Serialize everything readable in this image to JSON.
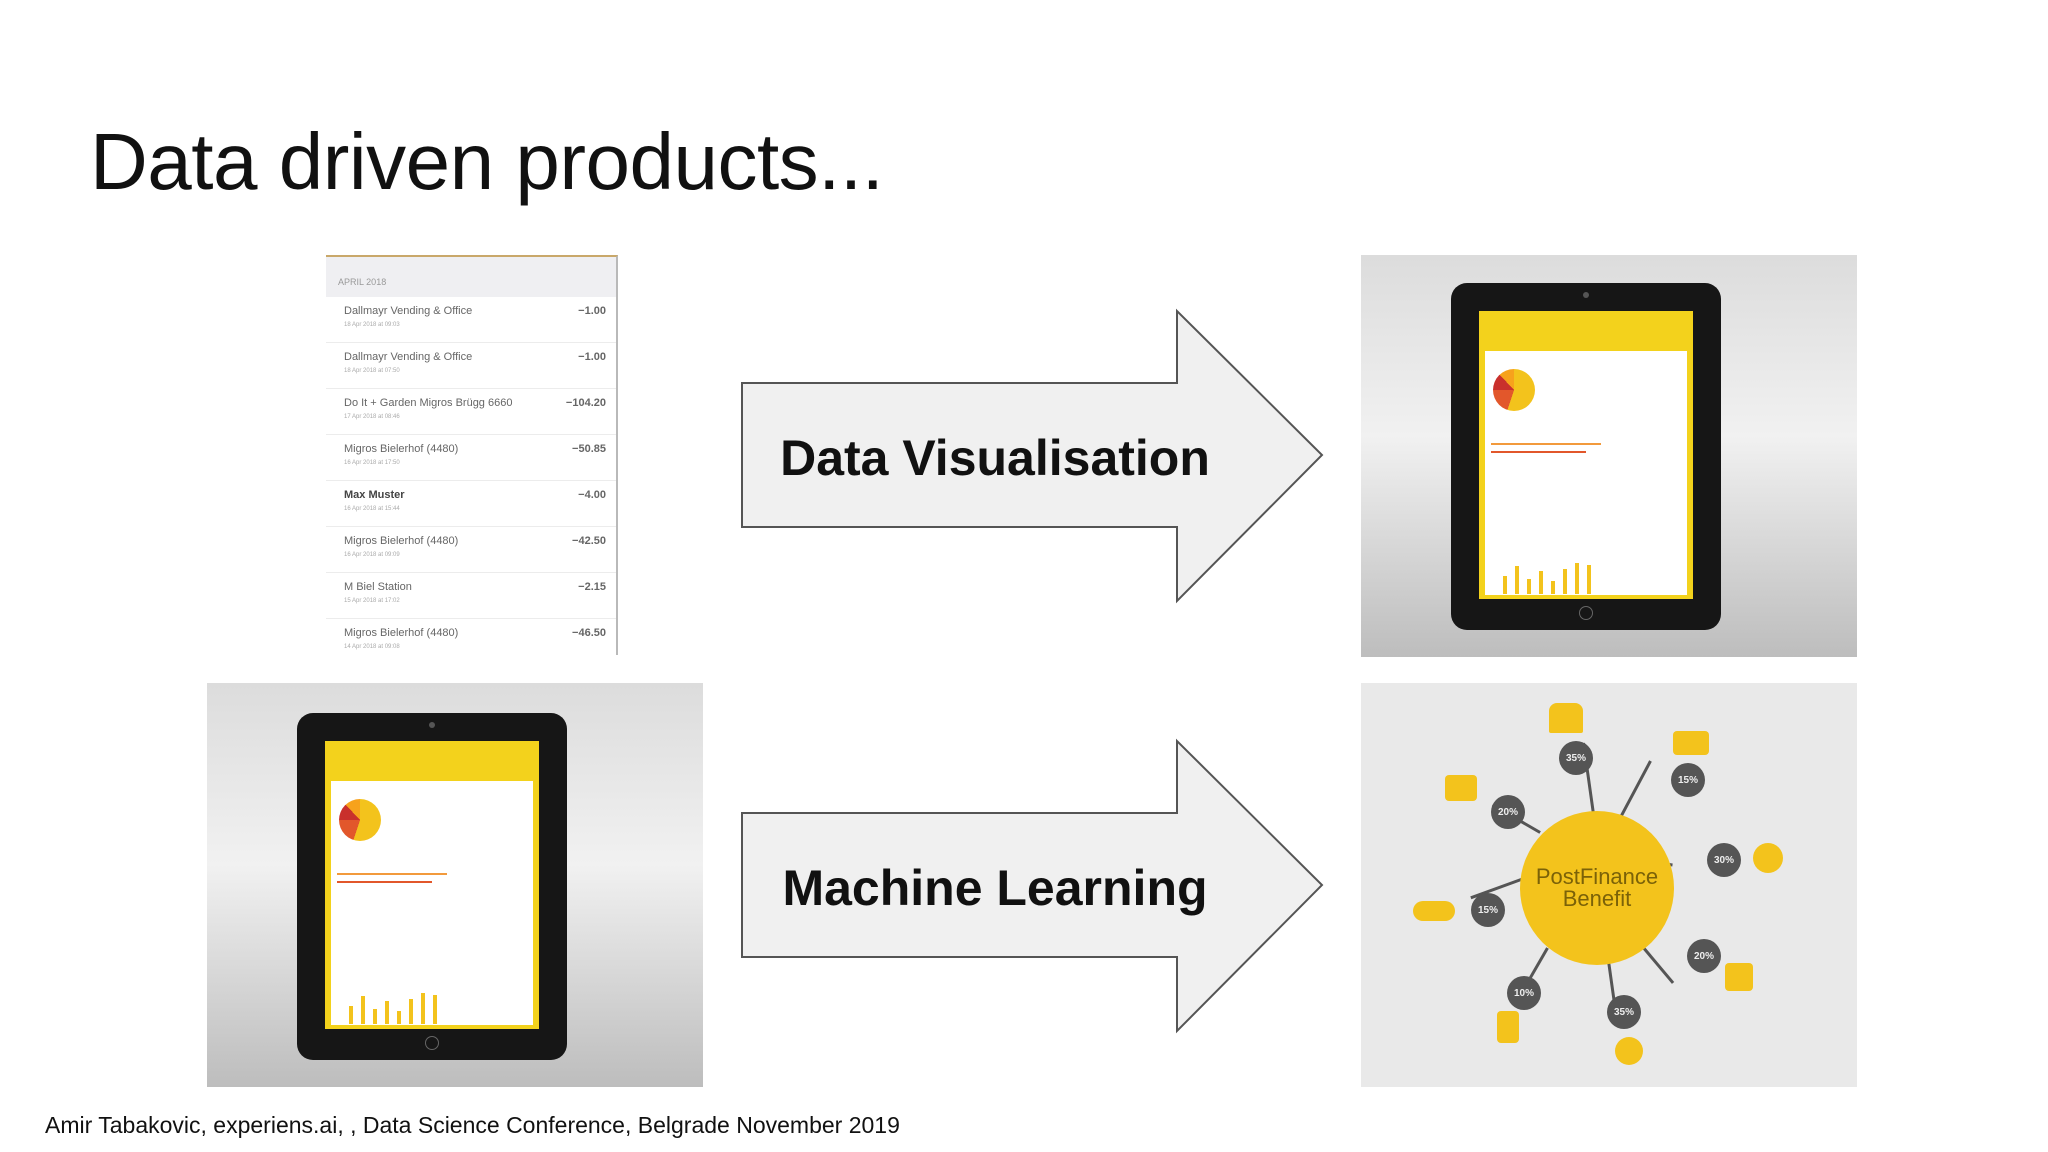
{
  "slide": {
    "title": "Data driven products...",
    "footer": "Amir Tabakovic, experiens.ai, , Data Science Conference, Belgrade November 2019"
  },
  "arrows": [
    {
      "label": "Data Visualisation"
    },
    {
      "label": "Machine Learning"
    }
  ],
  "transactions": {
    "header": "APRIL 2018",
    "rows": [
      {
        "name": "Dallmayr Vending & Office",
        "date": "18 Apr 2018 at 09:03",
        "amount": "−1.00"
      },
      {
        "name": "Dallmayr Vending & Office",
        "date": "18 Apr 2018 at 07:50",
        "amount": "−1.00"
      },
      {
        "name": "Do It + Garden Migros Brügg 6660",
        "date": "17 Apr 2018 at 08:46",
        "amount": "−104.20"
      },
      {
        "name": "Migros Bielerhof (4480)",
        "date": "16 Apr 2018 at 17:50",
        "amount": "−50.85"
      },
      {
        "name": "Max Muster",
        "date": "16 Apr 2018 at 15:44",
        "amount": "−4.00"
      },
      {
        "name": "Migros Bielerhof (4480)",
        "date": "16 Apr 2018 at 09:09",
        "amount": "−42.50"
      },
      {
        "name": "M Biel Station",
        "date": "15 Apr 2018 at 17:02",
        "amount": "−2.15"
      },
      {
        "name": "Migros Bielerhof (4480)",
        "date": "14 Apr 2018 at 09:08",
        "amount": "−46.50"
      }
    ]
  },
  "benefit": {
    "hub_line1": "PostFinance",
    "hub_line2": "Benefit",
    "spokes": [
      {
        "pct": "35%",
        "icon": "tshirt-icon"
      },
      {
        "pct": "15%",
        "icon": "books-icon"
      },
      {
        "pct": "30%",
        "icon": "plane-icon"
      },
      {
        "pct": "20%",
        "icon": "gift-icon"
      },
      {
        "pct": "35%",
        "icon": "coin-icon"
      },
      {
        "pct": "10%",
        "icon": "beer-icon"
      },
      {
        "pct": "15%",
        "icon": "bicycle-icon"
      },
      {
        "pct": "20%",
        "icon": "clapperboard-icon"
      }
    ]
  },
  "colors": {
    "brand_yellow": "#f3c31c",
    "dark_grey": "#555555",
    "arrow_fill": "#f0f0f0"
  }
}
